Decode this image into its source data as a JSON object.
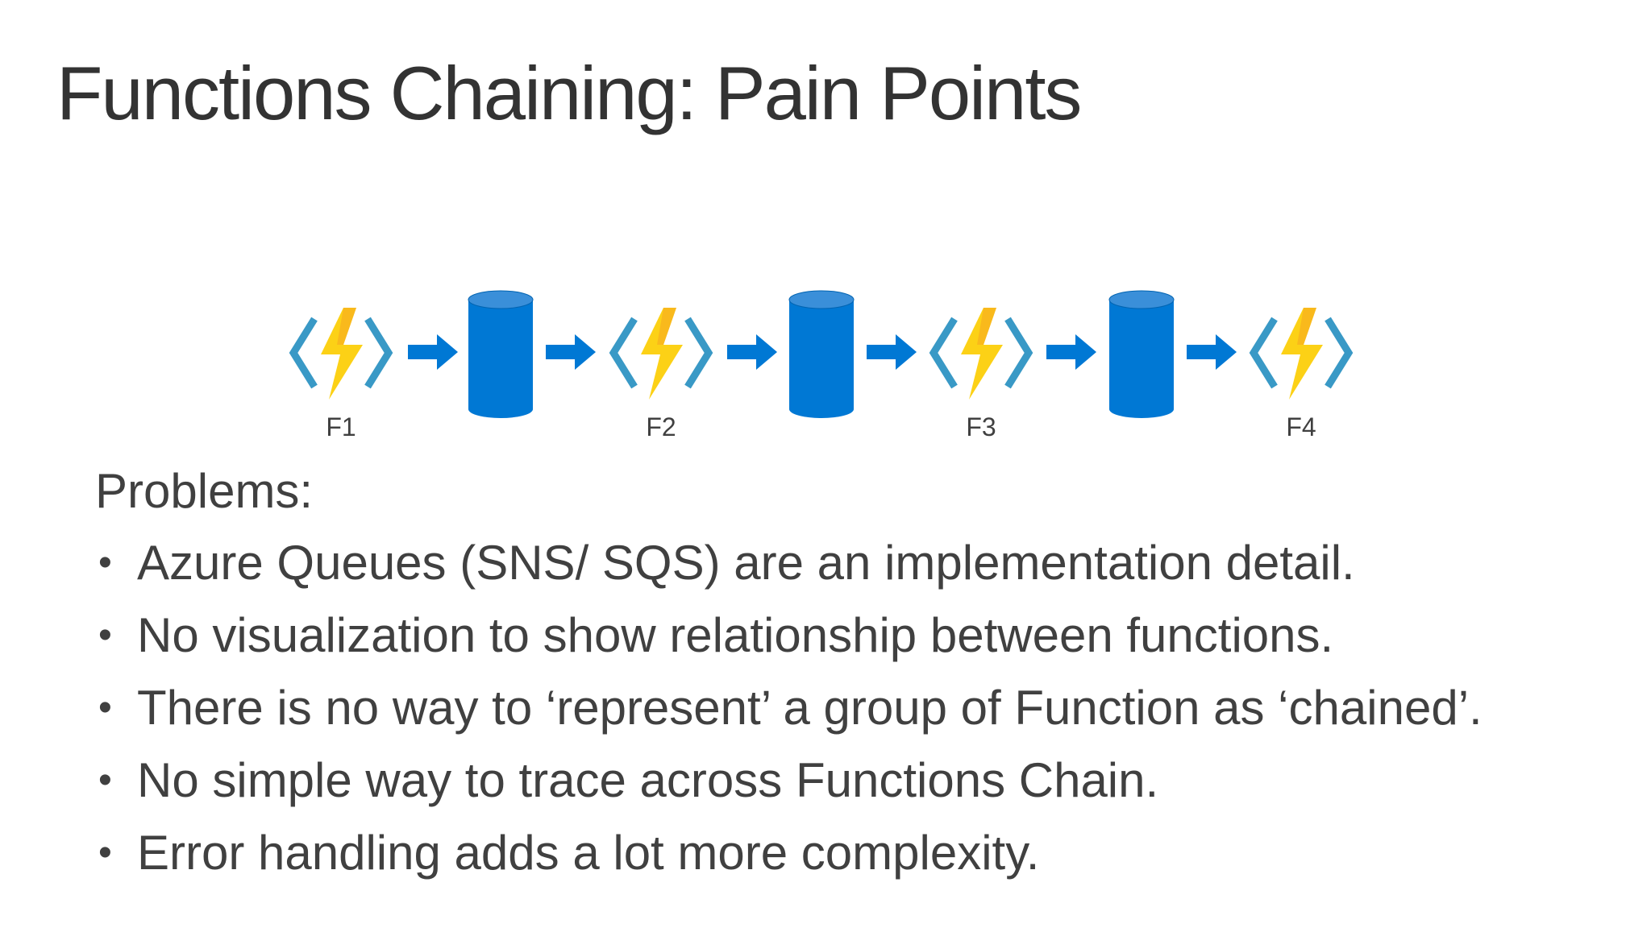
{
  "slide": {
    "title": "Functions Chaining: Pain Points"
  },
  "diagram": {
    "functions": [
      {
        "label": "F1",
        "icon": "azure-function-icon"
      },
      {
        "label": "F2",
        "icon": "azure-function-icon"
      },
      {
        "label": "F3",
        "icon": "azure-function-icon"
      },
      {
        "label": "F4",
        "icon": "azure-function-icon"
      }
    ],
    "queue_icon": "queue-cylinder-icon",
    "arrow_icon": "right-arrow-icon",
    "colors": {
      "queue": "#0078d4",
      "arrow": "#0078d4",
      "bolt": "#fcd116",
      "brackets": "#3999c6"
    }
  },
  "problems": {
    "heading": "Problems:",
    "bullet": "•",
    "items": [
      "Azure Queues (SNS/ SQS) are an implementation detail.",
      "No visualization to show relationship between functions.",
      "There is no way to ‘represent’ a group of Function as ‘chained’.",
      "No simple way to trace across Functions Chain.",
      "Error handling adds a lot more complexity."
    ]
  }
}
